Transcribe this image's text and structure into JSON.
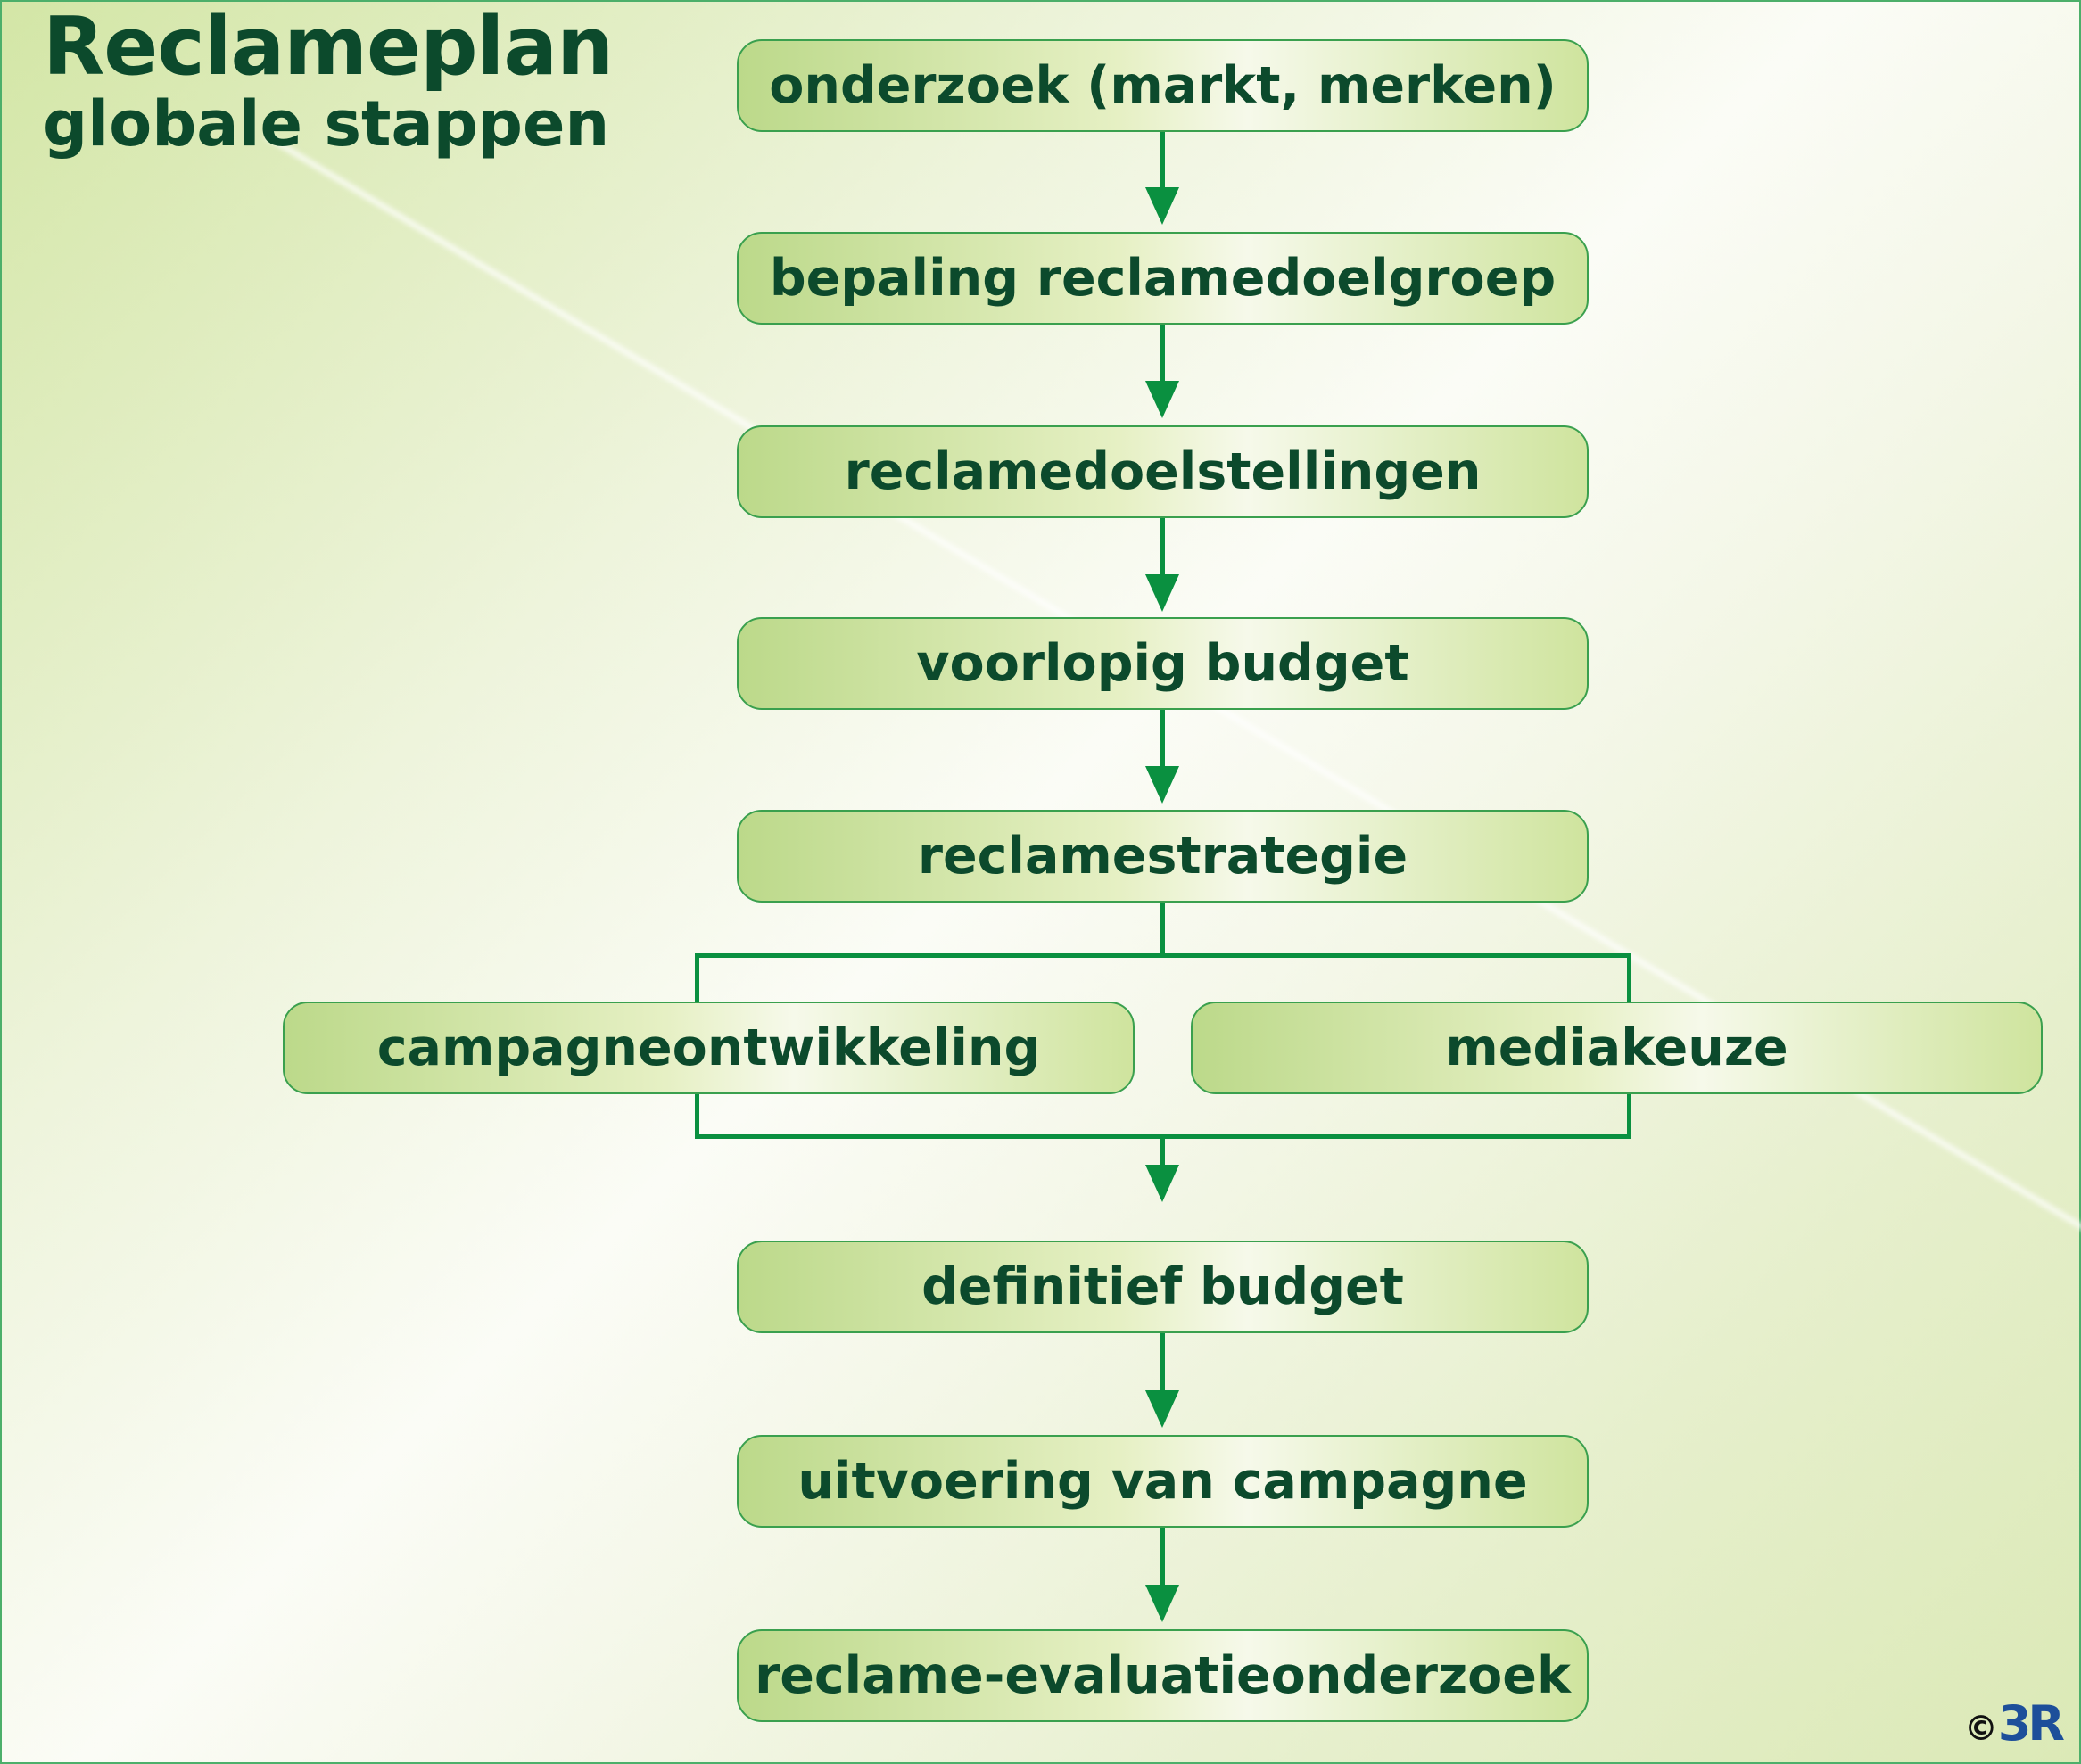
{
  "title": "Reclameplan",
  "subtitle": "globale stappen",
  "steps": {
    "s1": "onderzoek (markt, merken)",
    "s2": "bepaling reclamedoelgroep",
    "s3": "reclamedoelstellingen",
    "s4": "voorlopig budget",
    "s5": "reclamestrategie",
    "s6a": "campagneontwikkeling",
    "s6b": "mediakeuze",
    "s7": "definitief budget",
    "s8": "uitvoering van campagne",
    "s9": "reclame-evaluatieonderzoek"
  },
  "copyright": {
    "symbol": "©",
    "brand": "3R"
  },
  "colors": {
    "text": "#0c4a2c",
    "connector": "#0a9040",
    "box_border": "#3aa04e"
  }
}
